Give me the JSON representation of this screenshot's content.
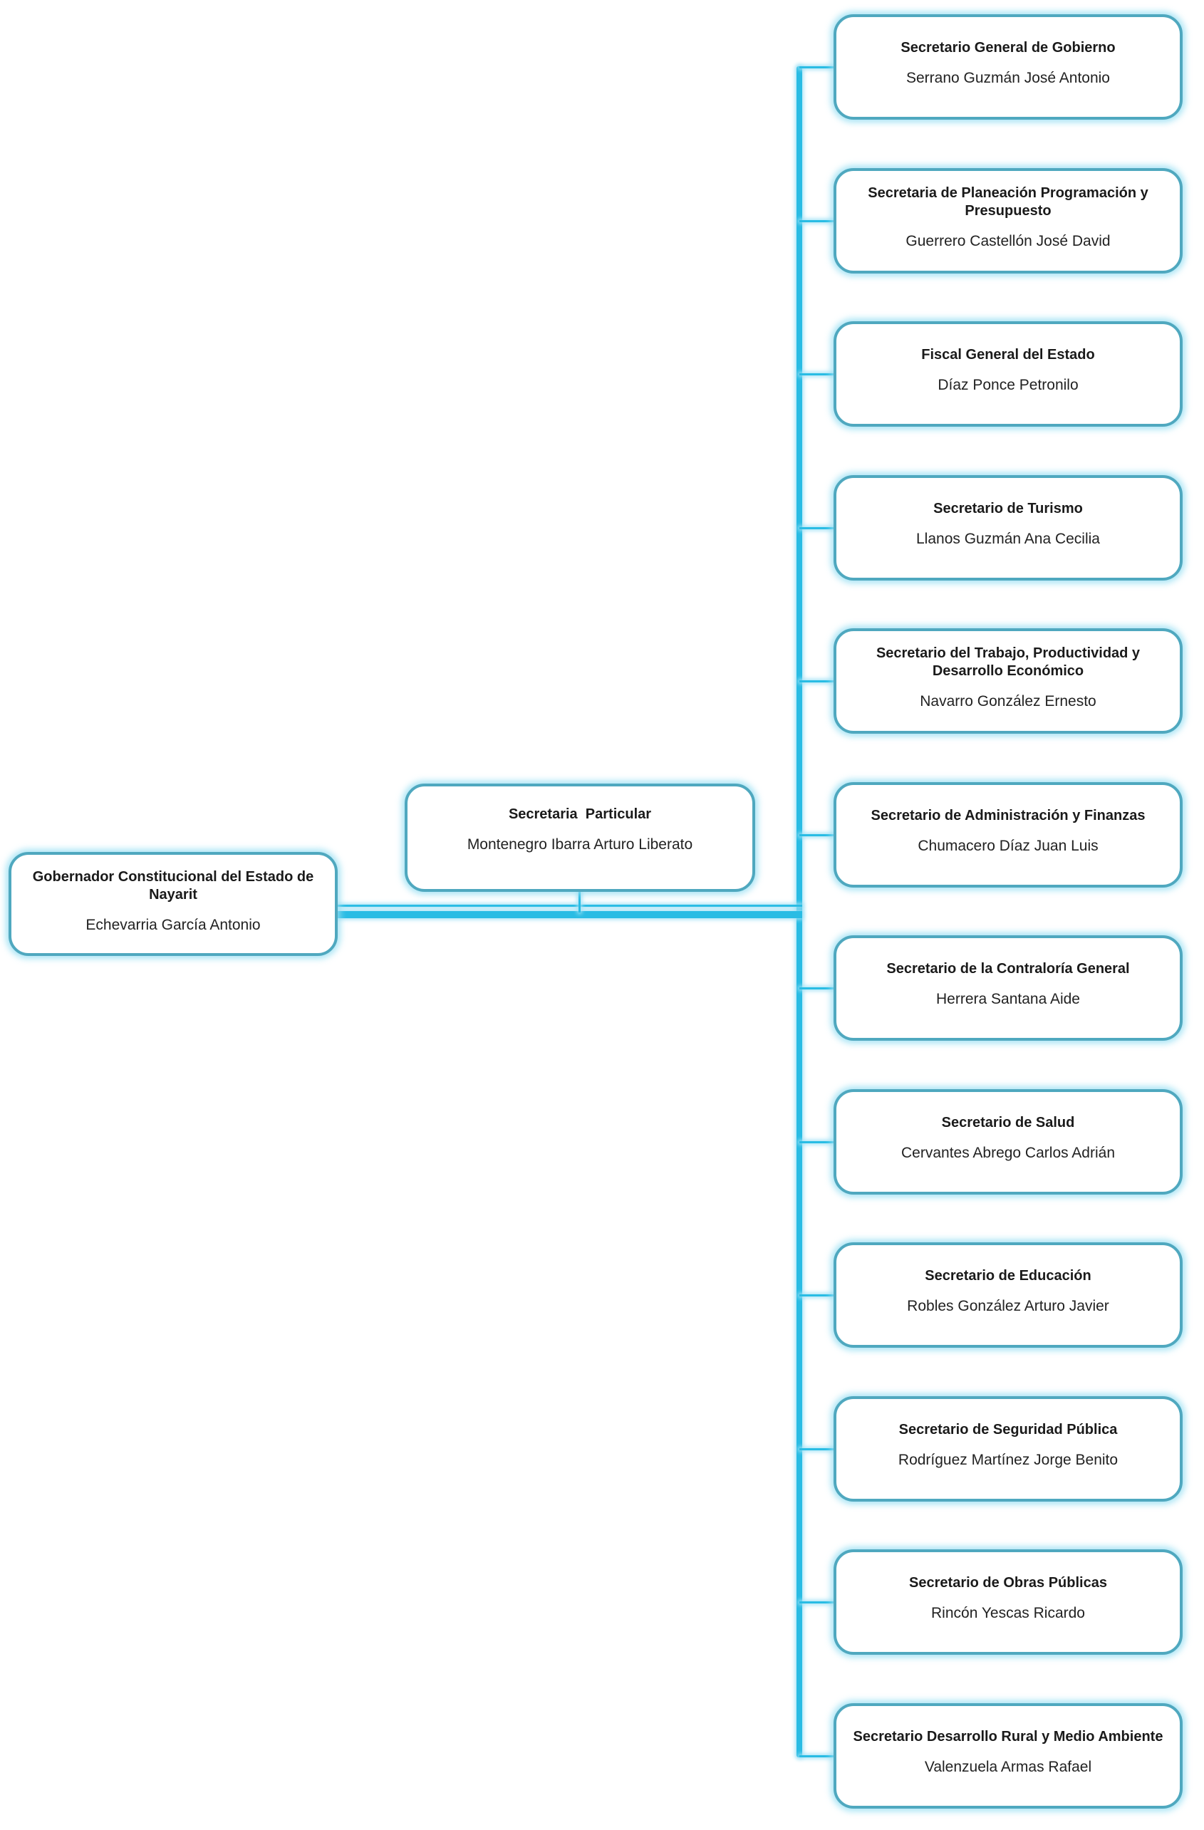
{
  "colors": {
    "connector": "#29bce4",
    "box_border": "#4fa8bf",
    "glow": "#bfe7f3",
    "text": "#1a1a1a"
  },
  "governor": {
    "title": "Gobernador Constitucional del Estado de Nayarit",
    "name": "Echevarria García Antonio"
  },
  "assistant": {
    "title": "Secretaria  Particular",
    "name": "Montenegro Ibarra Arturo Liberato"
  },
  "subordinates": [
    {
      "title": "Secretario General de Gobierno",
      "name": "Serrano Guzmán José Antonio"
    },
    {
      "title": "Secretaria de Planeación Programación y Presupuesto",
      "name": "Guerrero Castellón José David"
    },
    {
      "title": "Fiscal General del Estado",
      "name": "Díaz Ponce Petronilo"
    },
    {
      "title": "Secretario de Turismo",
      "name": "Llanos Guzmán Ana Cecilia"
    },
    {
      "title": "Secretario del Trabajo, Productividad y Desarrollo Económico",
      "name": "Navarro González Ernesto"
    },
    {
      "title": "Secretario de Administración y Finanzas",
      "name": "Chumacero Díaz Juan Luis"
    },
    {
      "title": "Secretario de la Contraloría General",
      "name": "Herrera Santana Aide"
    },
    {
      "title": "Secretario de Salud",
      "name": "Cervantes Abrego Carlos Adrián"
    },
    {
      "title": "Secretario de Educación",
      "name": "Robles González Arturo Javier"
    },
    {
      "title": "Secretario de Seguridad Pública",
      "name": "Rodríguez Martínez Jorge Benito"
    },
    {
      "title": "Secretario de Obras Públicas",
      "name": "Rincón Yescas Ricardo"
    },
    {
      "title": "Secretario Desarrollo Rural y Medio Ambiente",
      "name": "Valenzuela Armas Rafael"
    }
  ]
}
